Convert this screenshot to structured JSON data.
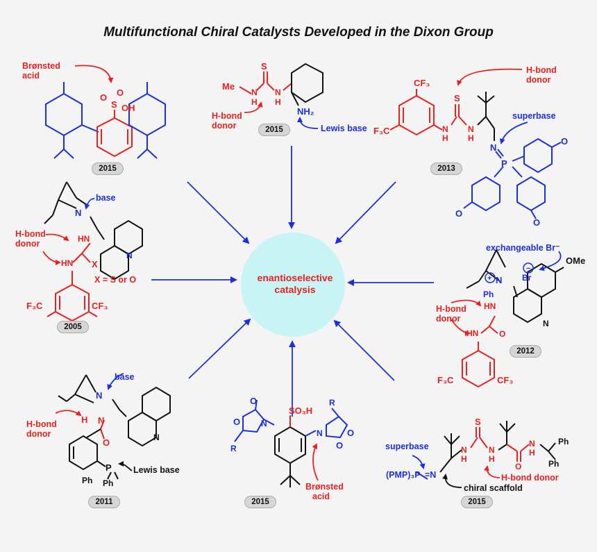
{
  "title": "Multifunctional Chiral Catalysts Developed in the Dixon Group",
  "center": {
    "line1": "enantioselective",
    "line2": "catalysis"
  },
  "labels": {
    "bronsted_acid_1": "Brønsted",
    "bronsted_acid_2": "acid",
    "hbond_donor_1": "H-bond",
    "hbond_donor_2": "donor",
    "lewis_base": "Lewis base",
    "superbase": "superbase",
    "base": "base",
    "x_eq": "X = S or O",
    "exchangeable_br": "exchangeable Br⁻",
    "br": "Br",
    "ph": "Ph",
    "ome": "OMe",
    "chiral_scaffold": "chiral scaffold",
    "hbond_donor_inline": "H-bond donor",
    "pmp3p": "(PMP)₃P",
    "me": "Me",
    "nh2": "NH₂",
    "so3h": "SO₃H",
    "cf3": "CF₃",
    "f3c": "F₃C",
    "r": "R",
    "n": "N",
    "h": "H",
    "o": "O",
    "s": "S",
    "x": "X",
    "p": "P",
    "hn": "HN",
    "nh": "NH",
    "oh": "OH",
    "ph_p": "Ph"
  },
  "years": {
    "top_left": "2015",
    "top_center": "2015",
    "top_right": "2013",
    "mid_left": "2005",
    "mid_right": "2012",
    "bottom_left": "2011",
    "bottom_center": "2015",
    "bottom_right": "2015"
  },
  "colors": {
    "red": "#e8201f",
    "blue": "#1b2fe0",
    "arrow": "#1b2fe0",
    "circle": "#c8f4f6",
    "background": "#f4f4f4",
    "pill": "#d6d6d6"
  }
}
